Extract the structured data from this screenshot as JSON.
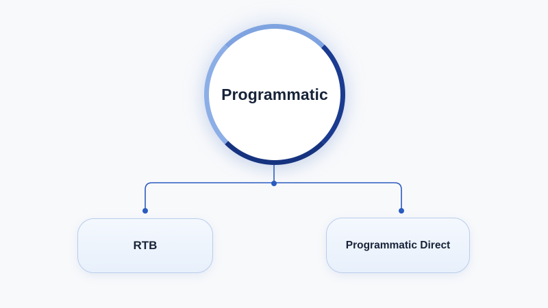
{
  "diagram": {
    "root": {
      "label": "Programmatic"
    },
    "children": [
      {
        "label": "RTB"
      },
      {
        "label": "Programmatic Direct"
      }
    ],
    "colors": {
      "line": "#2a5bbf",
      "ring_dark": "#1a3b8f",
      "ring_light": "#7ea3e0",
      "node_border": "#b9cdec",
      "text": "#172338"
    }
  }
}
